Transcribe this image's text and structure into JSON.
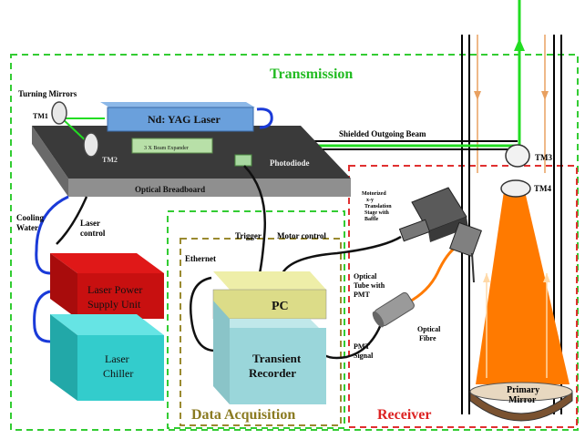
{
  "labels": {
    "transmission": "Transmission",
    "receiver": "Receiver",
    "data_acquisition": "Data Acquisition",
    "turning_mirrors": "Turning Mirrors",
    "tm1": "TM1",
    "tm2": "TM2",
    "tm3": "TM3",
    "tm4": "TM4",
    "laser": "Nd: YAG Laser",
    "beam_expander": "3 X Beam Expander",
    "photodiode": "Photodiode",
    "optical_breadboard": "Optical Breadboard",
    "shielded_beam": "Shielded Outgoing Beam",
    "cooling_water_1": "Cooling",
    "cooling_water_2": "Water",
    "laser_control_1": "Laser",
    "laser_control_2": "control",
    "power_supply_1": "Laser Power",
    "power_supply_2": "Supply Unit",
    "chiller_1": "Laser",
    "chiller_2": "Chiller",
    "ethernet": "Ethernet",
    "trigger": "Trigger",
    "motor_control": "Motor control",
    "pc": "PC",
    "recorder_1": "Transient",
    "recorder_2": "Recorder",
    "optical_tube_1": "Optical",
    "optical_tube_2": "Tube with",
    "optical_tube_3": "PMT",
    "optical_fibre_1": "Optical",
    "optical_fibre_2": "Fibre",
    "pmt_signal_1": "PMT",
    "pmt_signal_2": "Signal",
    "stage_1": "Motorized",
    "stage_2": "x-y",
    "stage_3": "Translation",
    "stage_4": "Stage with",
    "stage_5": "Baffle",
    "primary_mirror_1": "Primary",
    "primary_mirror_2": "Mirror"
  },
  "colors": {
    "transmission_border": "#33cc33",
    "receiver_border": "#e03030",
    "daq_border": "#9a8a30",
    "laser_beam": "#22dd22",
    "receiver_cone": "#ff7a00",
    "cooling_hose": "#1a3ad8",
    "power_supply": "#cc1111",
    "chiller": "#33cccc",
    "pc": "#e0e08a",
    "recorder": "#9ad6da"
  }
}
